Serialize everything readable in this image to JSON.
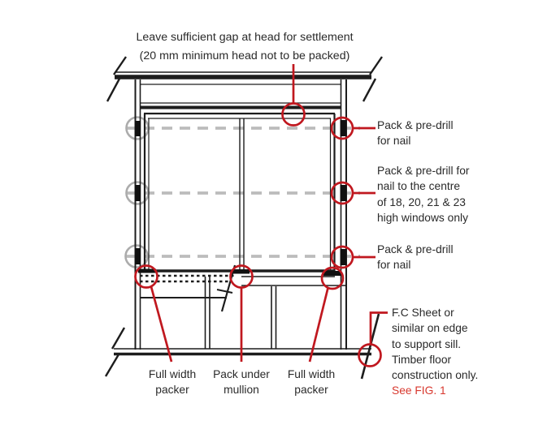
{
  "head_note": {
    "line1": "Leave sufficient gap at head for settlement",
    "line2": "(20 mm minimum head not to be packed)"
  },
  "right_labels": [
    {
      "id": "pack-predrill-top",
      "lines": [
        "Pack & pre-drill",
        "for nail"
      ]
    },
    {
      "id": "pack-predrill-centre",
      "lines": [
        "Pack & pre-drill for",
        "nail to the centre",
        "of 18, 20, 21 & 23",
        "high windows only"
      ]
    },
    {
      "id": "pack-predrill-bottom",
      "lines": [
        "Pack & pre-drill",
        "for nail"
      ]
    },
    {
      "id": "fc-sheet",
      "lines": [
        "F.C Sheet or",
        "similar on edge",
        "to support sill.",
        "Timber floor",
        "construction only."
      ],
      "link": "See FIG. 1"
    }
  ],
  "bottom_labels": [
    {
      "id": "full-width-packer-left",
      "line1": "Full width",
      "line2": "packer"
    },
    {
      "id": "pack-under-mullion",
      "line1": "Pack under",
      "line2": "mullion"
    },
    {
      "id": "full-width-packer-right",
      "line1": "Full width",
      "line2": "packer"
    }
  ],
  "colors": {
    "annotation_red": "#c0181f",
    "see_fig_red": "#d8382e",
    "guide_gray": "#bcbcbc",
    "ink": "#1d1d1d"
  }
}
